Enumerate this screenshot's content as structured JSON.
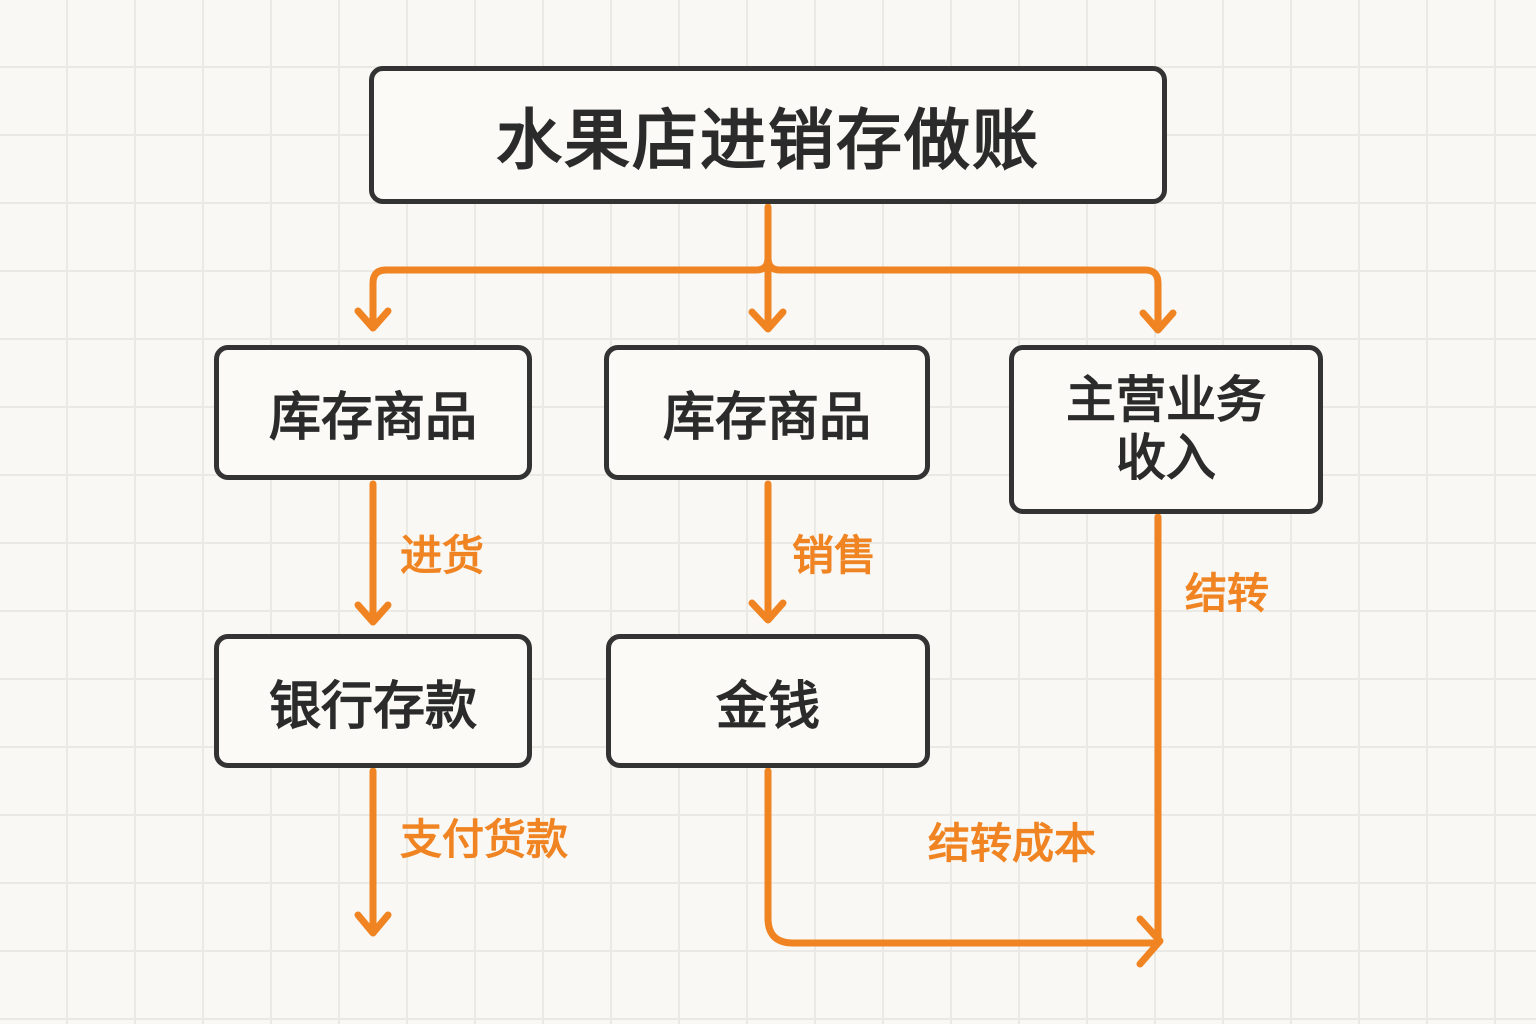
{
  "diagram": {
    "title": "水果店进销存做账",
    "colors": {
      "box_border": "#333333",
      "arrow": "#f08422",
      "text": "#2b2b2b",
      "background": "#f9f8f4",
      "grid": "#ebe9e4"
    },
    "nodes": [
      {
        "id": "inventory_left",
        "lines": [
          "库存商品"
        ]
      },
      {
        "id": "inventory_middle",
        "lines": [
          "库存商品"
        ]
      },
      {
        "id": "main_revenue",
        "lines": [
          "主营业务",
          "收入"
        ]
      },
      {
        "id": "bank_deposit",
        "lines": [
          "银行存款"
        ]
      },
      {
        "id": "money",
        "lines": [
          "金钱"
        ]
      }
    ],
    "edge_labels": {
      "purchase": "进货",
      "sales": "销售",
      "transfer": "结转",
      "pay_for_goods": "支付货款",
      "transfer_cost": "结转成本"
    },
    "edges": [
      {
        "from": "title",
        "to": "inventory_left",
        "label": ""
      },
      {
        "from": "title",
        "to": "inventory_middle",
        "label": ""
      },
      {
        "from": "title",
        "to": "main_revenue",
        "label": ""
      },
      {
        "from": "inventory_left",
        "to": "bank_deposit",
        "label": "进货"
      },
      {
        "from": "inventory_middle",
        "to": "money",
        "label": "销售"
      },
      {
        "from": "main_revenue",
        "to": "cost_transfer_end",
        "label": "结转"
      },
      {
        "from": "bank_deposit",
        "to": "(open end)",
        "label": "支付货款"
      },
      {
        "from": "money",
        "to": "cost_transfer_end",
        "label": "结转成本"
      }
    ]
  }
}
